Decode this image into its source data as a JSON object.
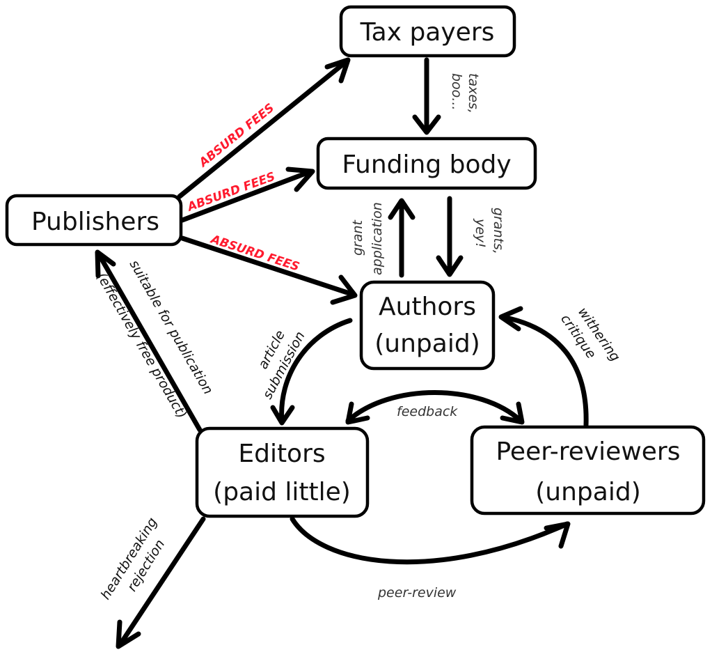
{
  "nodes": {
    "tax_payers": {
      "lines": [
        "Tax payers"
      ]
    },
    "funding_body": {
      "lines": [
        "Funding body"
      ]
    },
    "publishers": {
      "lines": [
        "Publishers"
      ]
    },
    "authors": {
      "lines": [
        "Authors",
        "(unpaid)"
      ]
    },
    "editors": {
      "lines": [
        "Editors",
        "(paid little)"
      ]
    },
    "peer_reviewers": {
      "lines": [
        "Peer-reviewers",
        "(unpaid)"
      ]
    }
  },
  "edges": {
    "taxes": {
      "from": "Tax payers",
      "to": "Funding body",
      "label": [
        "taxes,",
        "boo..."
      ]
    },
    "grant_application": {
      "from": "Authors",
      "to": "Funding body",
      "label": [
        "grant",
        "application"
      ]
    },
    "grants": {
      "from": "Funding body",
      "to": "Authors",
      "label": [
        "grants,",
        "yey!"
      ]
    },
    "fees_tax_payers": {
      "from": "Publishers",
      "to": "Tax payers",
      "label": "ABSURD FEES"
    },
    "fees_funding_body": {
      "from": "Publishers",
      "to": "Funding body",
      "label": "ABSURD FEES"
    },
    "fees_authors": {
      "from": "Publishers",
      "to": "Authors",
      "label": "ABSURD FEES"
    },
    "suitable": {
      "from": "Editors",
      "to": "Publishers",
      "label": [
        "suitable for publication",
        "(effectively free product)"
      ]
    },
    "article_submission": {
      "from": "Authors",
      "to": "Editors",
      "label": [
        "article",
        "submission"
      ]
    },
    "feedback": {
      "from": "Editors",
      "to": "Peer-reviewers",
      "label": "feedback",
      "bidirectional": true
    },
    "withering_critique": {
      "from": "Peer-reviewers",
      "to": "Authors",
      "label": [
        "withering",
        "critique"
      ]
    },
    "peer_review": {
      "from": "Editors",
      "to": "Peer-reviewers",
      "label": "peer-review"
    },
    "rejection": {
      "from": "Editors",
      "to": "outside",
      "label": [
        "heartbreaking",
        "rejection"
      ]
    }
  },
  "colors": {
    "fee_label": "#ff1a2e",
    "edge": "#000000",
    "node_border": "#000000",
    "label_text": "#333333"
  }
}
